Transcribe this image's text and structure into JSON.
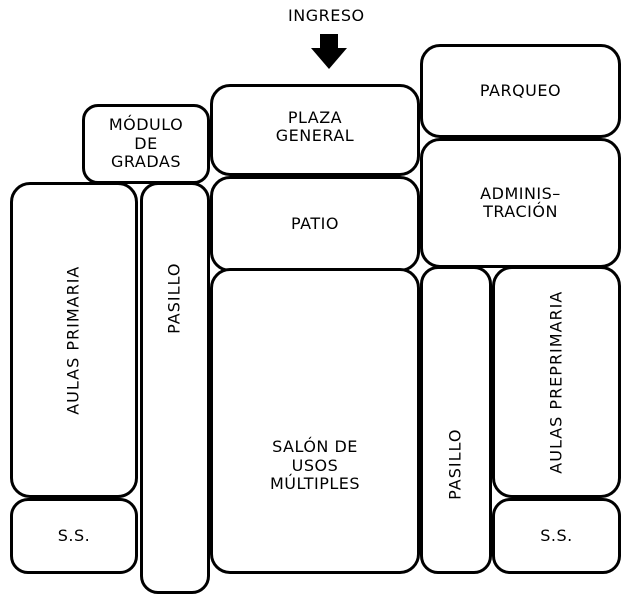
{
  "entrance": {
    "label": "INGRESO",
    "icon": "down-arrow-icon"
  },
  "rooms": {
    "modulo_gradas": "MÓDULO\nDE\nGRADAS",
    "plaza_general": "PLAZA\nGENERAL",
    "parqueo": "PARQUEO",
    "patio": "PATIO",
    "administracion": "ADMINIS–\nTRACIÓN",
    "aulas_primaria": "AULAS  PRIMARIA",
    "pasillo_left": "PASILLO",
    "salon_usos_multiples": "SALÓN  DE\nUSOS\nMÚLTIPLES",
    "pasillo_right": "PASILLO",
    "aulas_preprimaria": "AULAS  PREPRIMARIA",
    "ss_left": "S.S.",
    "ss_right": "S.S."
  },
  "colors": {
    "stroke": "#000000",
    "background": "#ffffff"
  }
}
